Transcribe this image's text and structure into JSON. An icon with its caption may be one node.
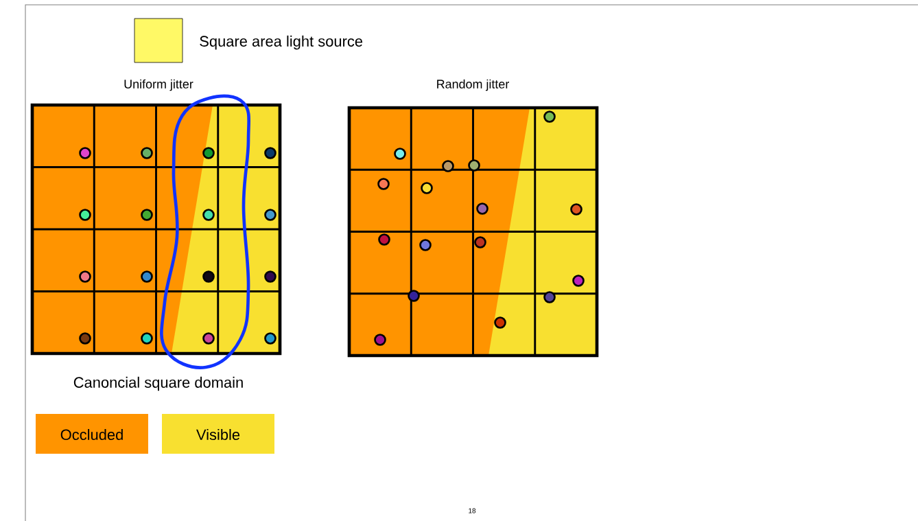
{
  "diagram": {
    "labels": [
      "Uniform jitter",
      "Random jitter",
      "Canoncial square domain",
      "18"
    ],
    "legend": [
      {
        "text": "Square area light source",
        "color": "#fff966"
      },
      {
        "text": "Occluded",
        "color": "#ff9400"
      },
      {
        "text": "Visible",
        "color": "#f8e030"
      }
    ]
  }
}
